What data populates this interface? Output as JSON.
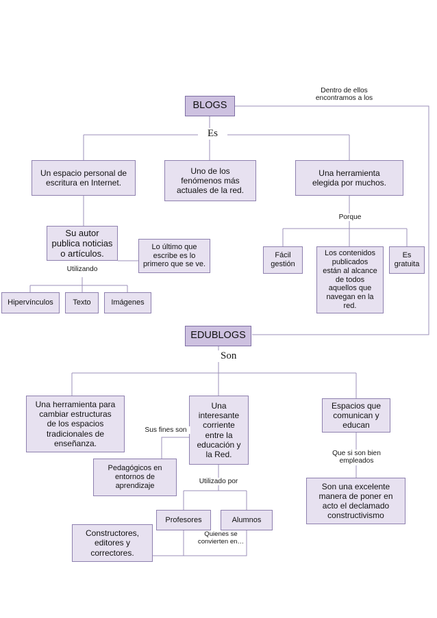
{
  "diagram": {
    "title": "BLOGS",
    "type": "concept-map",
    "language": "es",
    "colors": {
      "node_fill": "#e7e1f0",
      "node_border": "#8d7fae",
      "root_fill": "#cdc1e0",
      "root_border": "#7d6da3",
      "connector": "#9b8fb8",
      "text": "#111111",
      "background": "#ffffff"
    }
  },
  "nodes": {
    "blogs": "BLOGS",
    "espacio_personal": "Un espacio personal de\nescritura en Internet.",
    "fenomenos": "Uno de los\nfenómenos más\nactuales de la red.",
    "herramienta_elegida": "Una herramienta\nelegida por muchos.",
    "su_autor": "Su autor\npublica noticias\no artículos.",
    "lo_ultimo": "Lo último que\nescribe es lo\nprimero que se ve.",
    "hipervinculos": "Hipervínculos",
    "texto": "Texto",
    "imagenes": "Imágenes",
    "facil_gestion": "Fácil\ngestión",
    "contenidos_alcance": "Los contenidos\npublicados\nestán al alcance\nde todos\naquellos que\nnavegan en la\nred.",
    "es_gratuita": "Es\ngratuita",
    "edublogs": "EDUBLOGS",
    "herramienta_cambiar": "Una herramienta para\ncambiar estructuras\nde los espacios\ntradicionales de\nenseñanza.",
    "corriente": "Una\ninteresante\ncorriente\nentre la\neducación y\nla Red.",
    "espacios_comunican": "Espacios que\ncomunican y\neducan",
    "pedagogicos": "Pedagógicos en\nentornos de\naprendizaje",
    "profesores": "Profesores",
    "alumnos": "Alumnos",
    "constructores": "Constructores,\neditores y\ncorrectores.",
    "excelente_manera": "Son una excelente\nmanera de poner en\nacto el declamado\nconstructivismo"
  },
  "link_labels": {
    "dentro_de_ellos": "Dentro de ellos\nencontramos a los",
    "es": "Es",
    "porque": "Porque",
    "utilizando": "Utilizando",
    "son": "Son",
    "sus_fines_son": "Sus fines son",
    "utilizado_por": "Utilizado por",
    "que_si_son_bien": "Que si son bien\nempleados",
    "quienes_se_convierten": "Quienes se\nconvierten en…"
  }
}
